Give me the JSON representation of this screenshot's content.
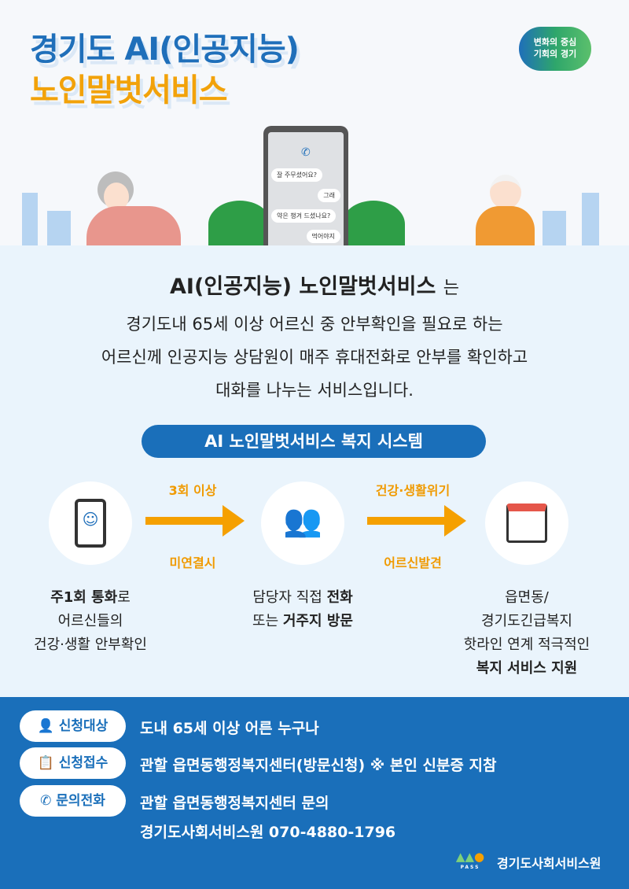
{
  "title": {
    "line1": "경기도 AI(인공지능)",
    "line2": "노인말벗서비스"
  },
  "logo": {
    "line1": "변화의 중심",
    "line2": "기회의 경기"
  },
  "phone_chat": [
    "잘 주무셨어요?",
    "그래",
    "약은 챙겨 드셨나요?",
    "먹어야지"
  ],
  "intro": {
    "heading": "AI(인공지능) 노인말벗서비스",
    "heading_suffix": "는",
    "lines": [
      "경기도내 65세 이상 어르신 중 안부확인을 필요로 하는",
      "어르신께 인공지능 상담원이 매주 휴대전화로 안부를 확인하고",
      "대화를 나누는 서비스입니다."
    ]
  },
  "system": {
    "title": "AI 노인말벗서비스 복지 시스템",
    "arrow1": {
      "top": "3회 이상",
      "bottom": "미연결시"
    },
    "arrow2": {
      "top": "건강·생활위기",
      "bottom": "어르신발견"
    },
    "step1": {
      "b1": "주1회 통화",
      "t1": "로",
      "l2": "어르신들의",
      "l3": "건강·생활 안부확인"
    },
    "step2": {
      "t1": "담당자 직접 ",
      "b1": "전화",
      "t2": "또는 ",
      "b2": "거주지 방문"
    },
    "step3": {
      "l1": "읍면동/",
      "l2": "경기도긴급복지",
      "l3": "핫라인 연계 적극적인",
      "l4": "복지 서비스 지원"
    }
  },
  "info": [
    {
      "label": "신청대상",
      "icon": "person-icon",
      "text": "도내 65세 이상 어른 누구나"
    },
    {
      "label": "신청접수",
      "icon": "document-icon",
      "text": "관할 읍면동행정복지센터(방문신청)  ※ 본인 신분증 지참"
    },
    {
      "label": "문의전화",
      "icon": "phone-icon",
      "text": "관할 읍면동행정복지센터 문의",
      "text2": "경기도사회서비스원 070-4880-1796"
    }
  ],
  "footer": {
    "org": "경기도사회서비스원",
    "logo_text": "PASS"
  },
  "colors": {
    "blue": "#1a6fba",
    "orange": "#f5a000",
    "panel": "#eaf4fc"
  }
}
